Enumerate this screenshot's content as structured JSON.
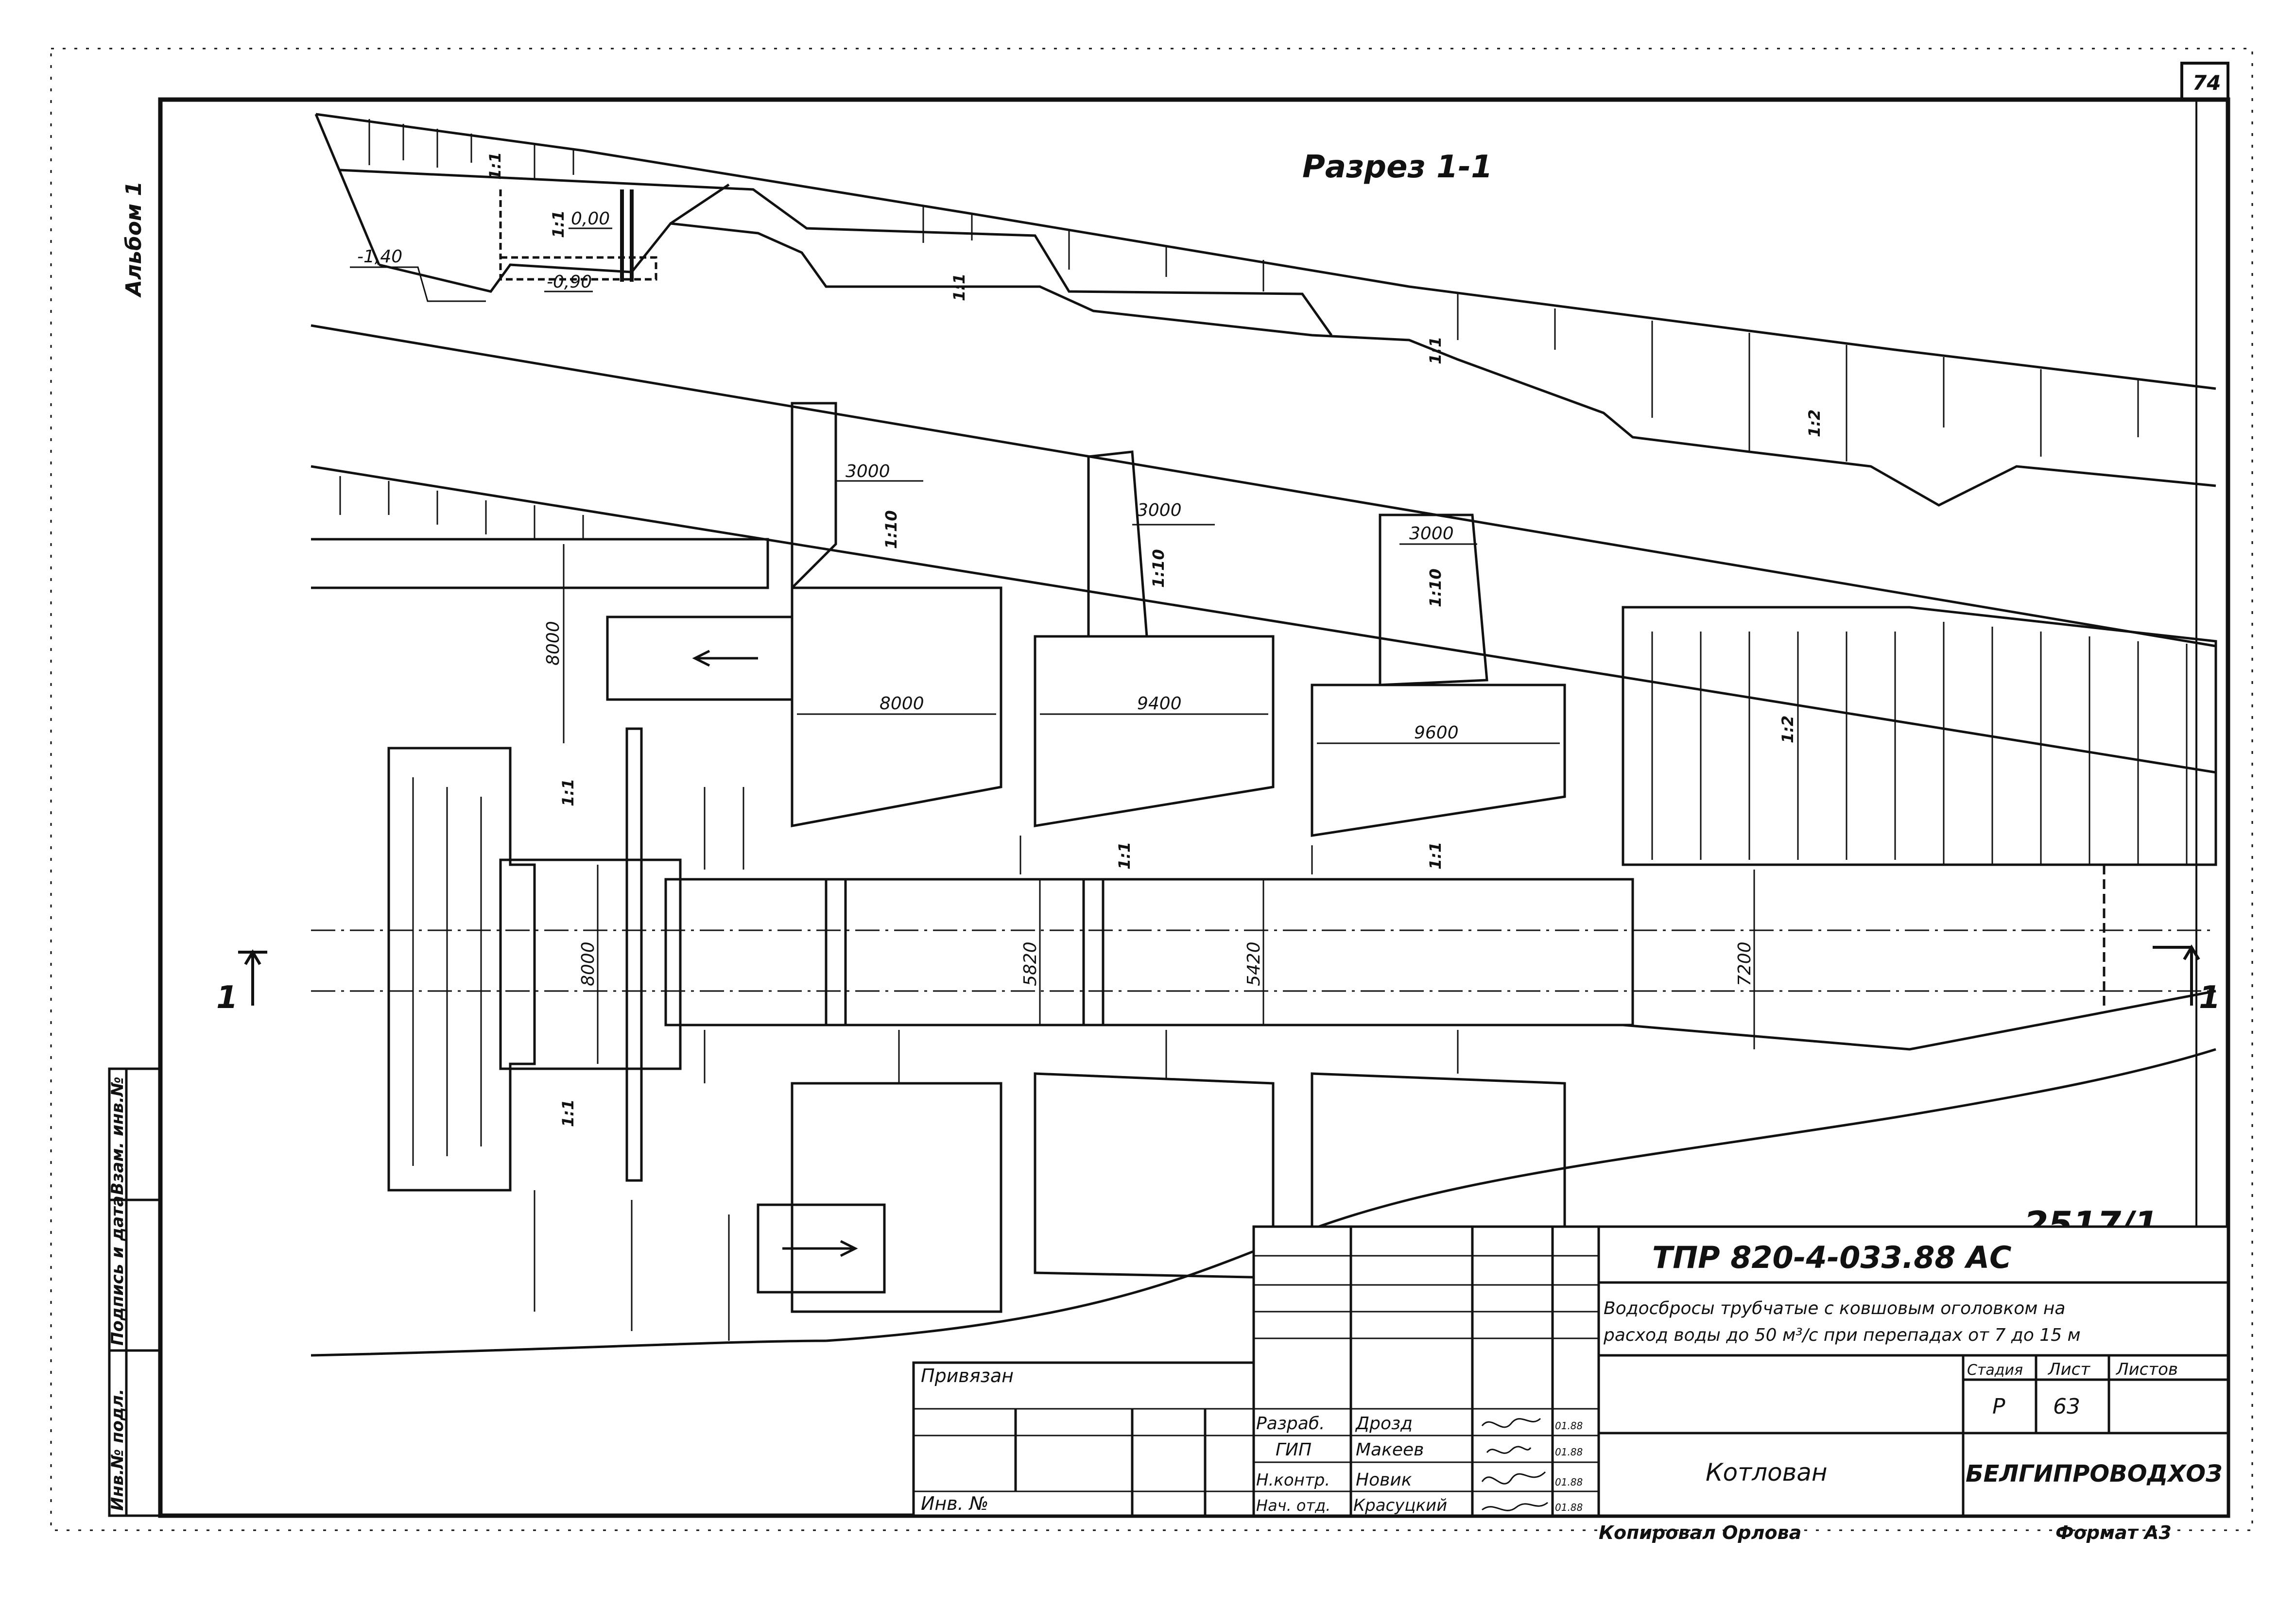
{
  "sheet": {
    "page_number": "74",
    "album_label": "Альбом 1",
    "section_title": "Разрез 1-1",
    "drawing_code": "ТПР 820-4-033.88   АС",
    "description_line1": "Водосбросы трубчатые с ковшовым оголовком на",
    "description_line2": "расход воды до 50 м³/с при перепадах от 7 до 15 м",
    "sheet_name": "Котлован",
    "organization": "БЕЛГИПРОВОДХОЗ",
    "copied_by": "Копировал Орлова",
    "format": "Формат А3",
    "reference_number": "2517/1",
    "bound_label": "Привязан",
    "inv_label": "Инв. №",
    "stage_header": "Стадия",
    "sheet_header": "Лист",
    "sheets_header": "Листов",
    "stage_value": "Р",
    "sheet_value": "63"
  },
  "side_stamp": {
    "field1": "Взам. инв.№",
    "field2": "Подпись и дата",
    "field3": "Инв.№ подл."
  },
  "signatures": [
    {
      "role": "Разраб.",
      "name": "Дрозд",
      "date": "01.88"
    },
    {
      "role": "ГИП",
      "name": "Макеев",
      "date": "01.88"
    },
    {
      "role": "Н.контр.",
      "name": "Новик",
      "date": "01.88"
    },
    {
      "role": "Нач. отд.",
      "name": "Красуцкий",
      "date": "01.88"
    }
  ],
  "section_marks": {
    "left": "1",
    "right": "1"
  },
  "elevations": {
    "e1": "-1,40",
    "e2": "0,00",
    "e3": "-0,90"
  },
  "slopes": {
    "s1": "1:1",
    "s2": "1:1",
    "s3": "1:1",
    "s4": "1:1",
    "s5": "1:2",
    "s6": "1:10",
    "s7": "1:10",
    "s8": "1:10",
    "s9": "1:1",
    "s10": "1:1",
    "s11": "1:1",
    "s12": "1:2",
    "s13": "1:1"
  },
  "dimensions": {
    "d_3000_a": "3000",
    "d_3000_b": "3000",
    "d_3000_c": "3000",
    "d_8000_v": "8000",
    "d_8000_h": "8000",
    "d_9400": "9400",
    "d_9600": "9600",
    "d_8000_pipe": "8000",
    "d_5820": "5820",
    "d_5420": "5420",
    "d_7200": "7200"
  }
}
